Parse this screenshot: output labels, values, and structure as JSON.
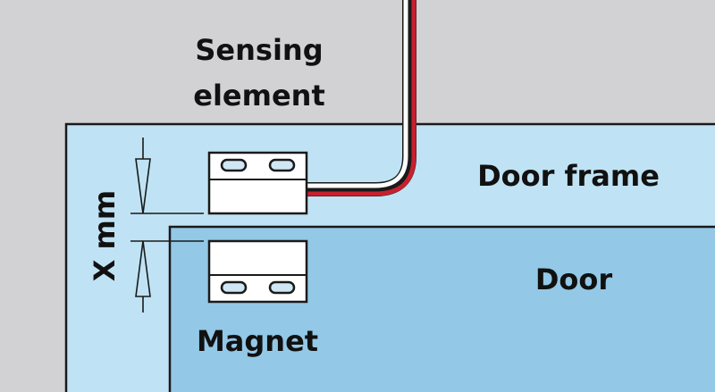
{
  "labels": {
    "sensing_line1": "Sensing",
    "sensing_line2": "element",
    "door_frame": "Door frame",
    "door": "Door",
    "magnet": "Magnet",
    "gap": "X mm"
  },
  "colors": {
    "background": "#d2d2d5",
    "door_frame": "#bfe3f4",
    "door": "#93c8e6",
    "component": "#ffffff",
    "outline": "#1a1a1a",
    "wire_red": "#c8202f",
    "wire_white": "#ffffff",
    "slot": "#cfe6f5"
  }
}
